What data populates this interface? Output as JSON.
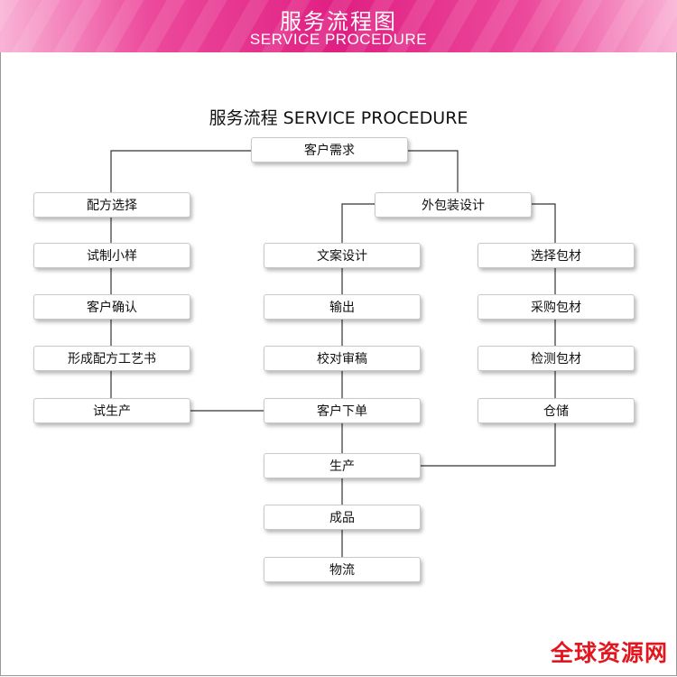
{
  "banner": {
    "title": "服务流程图",
    "subtitle": "SERVICE PROCEDURE"
  },
  "diagram": {
    "title": "服务流程 SERVICE PROCEDURE",
    "nodes": {
      "customer_demand": "客户需求",
      "formula_selection": "配方选择",
      "trial_sample": "试制小样",
      "customer_confirm": "客户确认",
      "process_doc": "形成配方工艺书",
      "trial_production": "试生产",
      "packaging_design": "外包装设计",
      "copy_design": "文案设计",
      "output": "输出",
      "proofread": "校对审稿",
      "customer_order": "客户下单",
      "production": "生产",
      "finished_product": "成品",
      "logistics": "物流",
      "select_material": "选择包材",
      "purchase_material": "采购包材",
      "inspect_material": "检测包材",
      "warehouse": "仓储"
    }
  },
  "watermark": "全球资源网",
  "colors": {
    "banner_main": "#e01f82",
    "line": "#333333",
    "watermark": "#e1161e"
  }
}
